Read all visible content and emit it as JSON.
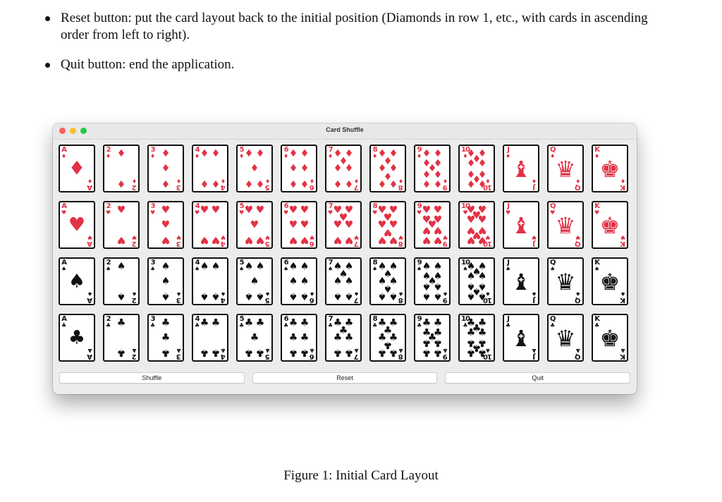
{
  "bullets": [
    {
      "text": "Reset button: put the card layout back to the initial position (Diamonds in row 1, etc., with cards in ascending order from left to right)."
    },
    {
      "text": "Quit button: end the application."
    }
  ],
  "window": {
    "title": "Card Shuffle",
    "buttons": {
      "shuffle": "Shuffle",
      "reset": "Reset",
      "quit": "Quit"
    }
  },
  "rows": [
    {
      "suit": "diamonds",
      "symbol": "♦",
      "color": "#e23245"
    },
    {
      "suit": "hearts",
      "symbol": "♥",
      "color": "#e23245"
    },
    {
      "suit": "spades",
      "symbol": "♠",
      "color": "#111111"
    },
    {
      "suit": "clubs",
      "symbol": "♣",
      "color": "#111111"
    }
  ],
  "ranks": [
    "A",
    "2",
    "3",
    "4",
    "5",
    "6",
    "7",
    "8",
    "9",
    "10",
    "J",
    "Q",
    "K"
  ],
  "caption": "Figure 1: Initial Card Layout"
}
